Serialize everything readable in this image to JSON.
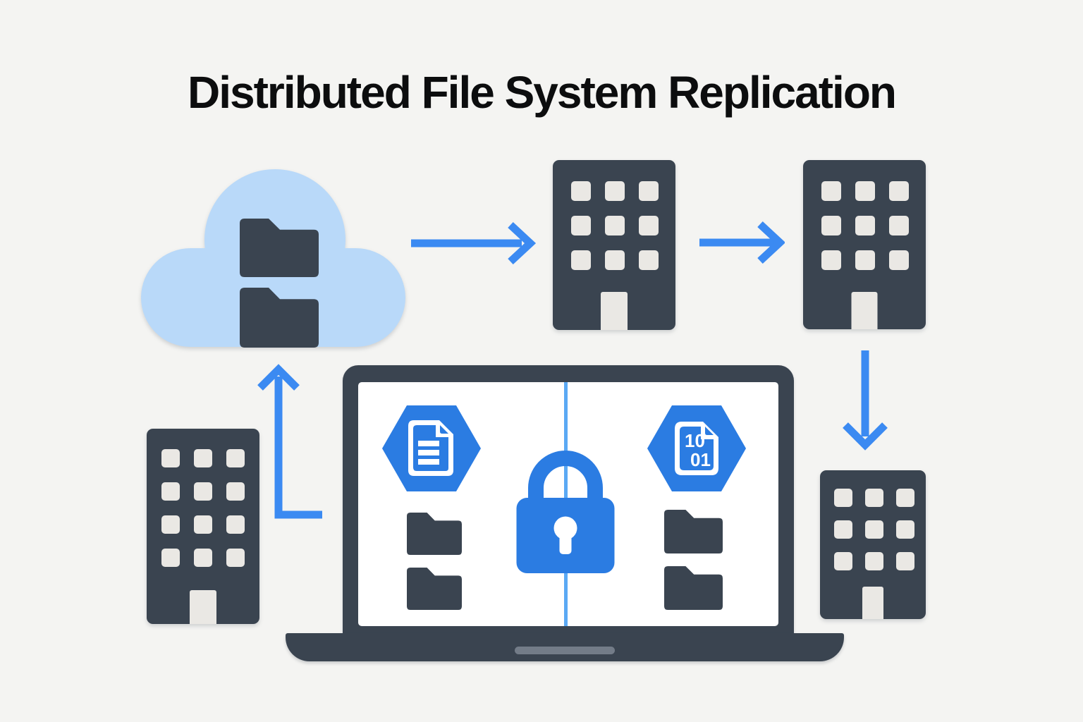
{
  "title": "Distributed File System Replication",
  "colors": {
    "background": "#f4f4f2",
    "building": "#3a4450",
    "window": "#eae8e4",
    "arrow": "#3b8af2",
    "cloud": "#b9d9f9",
    "icon_blue": "#2b7ce2",
    "divider": "#5ba9f4",
    "notch": "#737c88",
    "screen": "#ffffff",
    "title": "#0c0d0e"
  },
  "laptop_screen": {
    "binary_file": {
      "line1": "10",
      "line2": "01"
    }
  },
  "icon_names": {
    "cloud": "cloud-icon",
    "folder": "folder-icon",
    "building": "building-icon",
    "laptop": "laptop-icon",
    "lock": "lock-icon",
    "document": "document-icon",
    "binary_file": "binary-file-icon",
    "arrow_right": "arrow-right-icon",
    "arrow_down": "arrow-down-icon",
    "arrow_up_elbow": "arrow-up-elbow-icon"
  }
}
